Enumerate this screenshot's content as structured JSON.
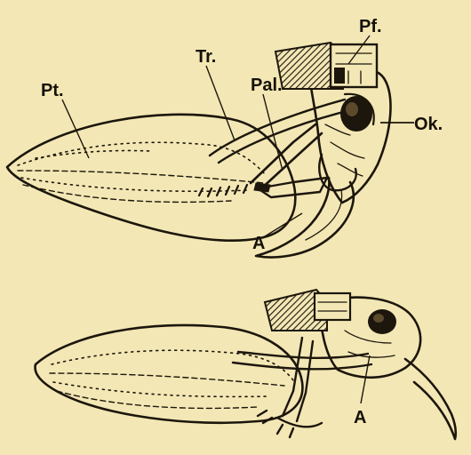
{
  "labels": {
    "pf": "Pf.",
    "tr": "Tr.",
    "pal": "Pal.",
    "pt": "Pt.",
    "ok": "Ok.",
    "a_top": "A",
    "a_bottom": "A"
  },
  "colors": {
    "paper": "#f3e7b5",
    "ink": "#1c160c"
  }
}
